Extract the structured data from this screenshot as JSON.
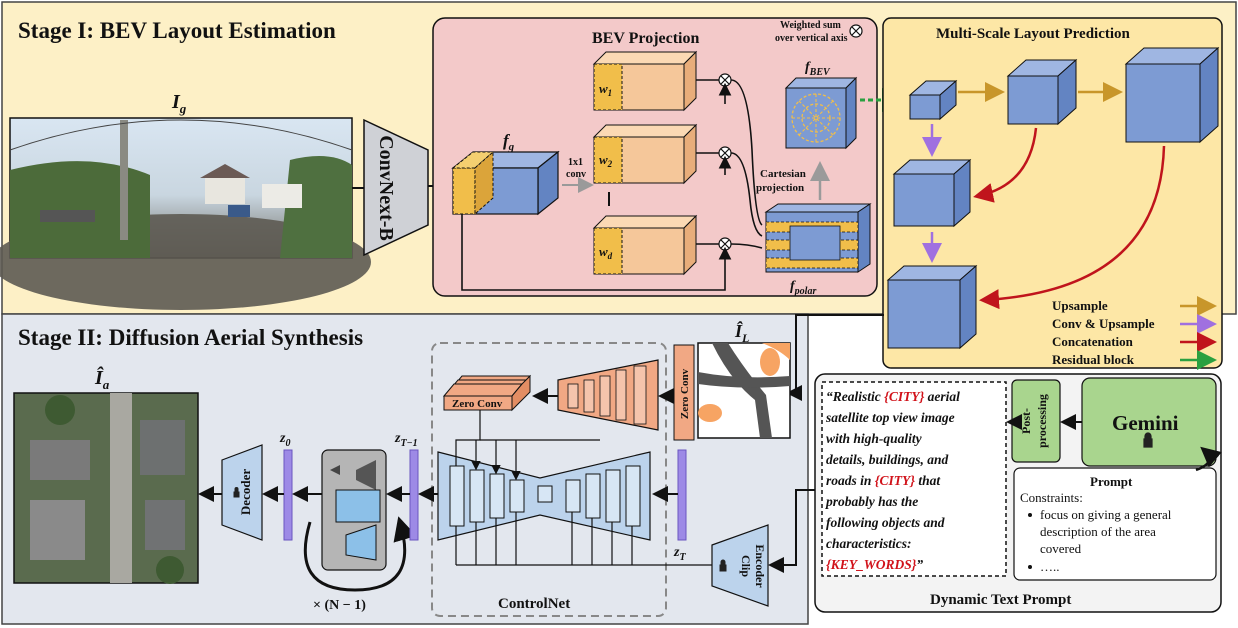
{
  "stage1": {
    "title": "Stage I: BEV Layout Estimation",
    "input_label": "I_g",
    "backbone": "ConvNext-B",
    "feature_label": "f_g",
    "bev_projection": {
      "title": "BEV Projection",
      "note_line1": "Weighted sum",
      "note_line2": "over vertical axis",
      "conv_label_line1": "1x1",
      "conv_label_line2": "conv",
      "weights": [
        "w_1",
        "w_2",
        "w_d"
      ],
      "bev_feature": "f_BEV",
      "polar_feature": "f_polar",
      "cartesian_line1": "Cartesian",
      "cartesian_line2": "projection"
    },
    "multiscale": {
      "title": "Multi-Scale Layout Prediction",
      "legend": [
        {
          "label": "Upsample",
          "color": "#c8962a"
        },
        {
          "label": "Conv & Upsample",
          "color": "#a070e0"
        },
        {
          "label": "Concatenation",
          "color": "#c0141c"
        },
        {
          "label": "Residual block",
          "color": "#2aa040"
        }
      ]
    }
  },
  "stage2": {
    "title": "Stage II: Diffusion Aerial Synthesis",
    "output_label": "Î_a",
    "layout_label": "Î_L",
    "decoder": "Decoder",
    "z0": "z_0",
    "zt1": "z_{T−1}",
    "zt": "z_T",
    "loop_label": "× (N − 1)",
    "controlnet": "ControlNet",
    "zero_conv": "Zero Conv",
    "clip_encoder_line1": "Clip",
    "clip_encoder_line2": "Encoder"
  },
  "dynamic_prompt": {
    "title": "Dynamic Text Prompt",
    "text_lines": [
      "“Realistic {CITY} aerial",
      "satellite top view image",
      "with high-quality",
      "details, buildings, and",
      "roads in {CITY} that",
      "probably has the",
      "following objects and",
      "characteristics:",
      "{KEY_WORDS}”"
    ],
    "postprocessing_line1": "Post-",
    "postprocessing_line2": "processing",
    "gemini": "Gemini",
    "prompt_title": "Prompt",
    "constraints": "Constraints:",
    "bullets": [
      "focus on giving a general",
      "description of the area",
      "covered",
      "….."
    ]
  },
  "colors": {
    "stage1_bg": "#fdf0c6",
    "stage2_bg": "#e3e7ee",
    "bev_box": "#f3c9c9",
    "multiscale_box": "#fde7a6",
    "cube_blue": "#7d9bd3",
    "cube_yellow": "#f1be4a",
    "cube_orange": "#f5c79a",
    "unet_blue": "#bcd3ec",
    "zero_conv": "#f1a884",
    "latent_purple": "#9d8ae6",
    "gemini_green": "#a9d58e"
  }
}
